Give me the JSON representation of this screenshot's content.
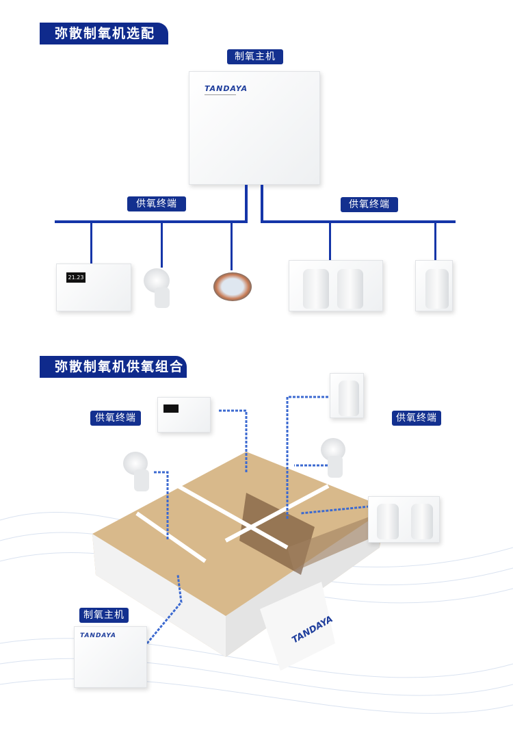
{
  "section1": {
    "title": "弥散制氧机选配",
    "host_label": "制氧主机",
    "terminal_label_left": "供氧终端",
    "terminal_label_right": "供氧终端",
    "brand_logo": "TANDAYA",
    "panel_display": "21.23"
  },
  "section2": {
    "title": "弥散制氧机供氧组合",
    "terminal_label_left": "供氧终端",
    "terminal_label_right": "供氧终端",
    "host_label": "制氧主机",
    "brand_logo": "TANDAYA"
  },
  "colors": {
    "brand_blue": "#0f2a8c",
    "pipe_blue": "#1535a8"
  }
}
